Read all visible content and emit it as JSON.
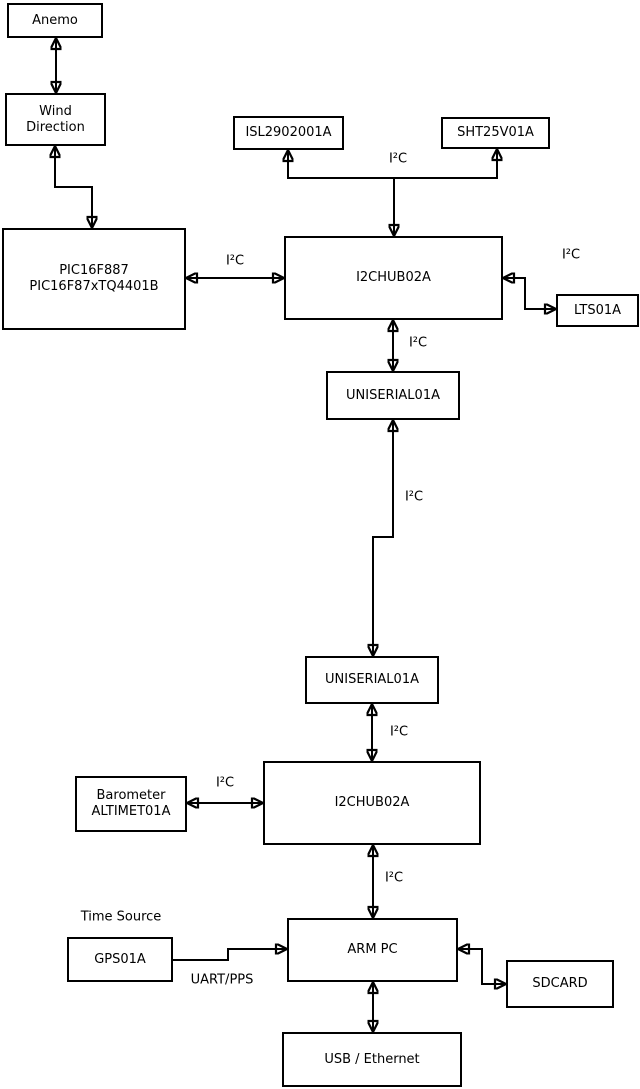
{
  "diagram": {
    "colors": {
      "background": "#ffffff",
      "line": "#000000",
      "box_border": "#000000",
      "box_fill": "#ffffff",
      "text": "#000000"
    },
    "nodes": {
      "anemo": {
        "label": "Anemo"
      },
      "wind_direction": {
        "label": "Wind\nDirection"
      },
      "pic": {
        "label": "PIC16F887\nPIC16F87xTQ4401B"
      },
      "isl": {
        "label": "ISL2902001A"
      },
      "sht": {
        "label": "SHT25V01A"
      },
      "hub1": {
        "label": "I2CHUB02A"
      },
      "lts": {
        "label": "LTS01A"
      },
      "uniserial1": {
        "label": "UNISERIAL01A"
      },
      "uniserial2": {
        "label": "UNISERIAL01A"
      },
      "hub2": {
        "label": "I2CHUB02A"
      },
      "barometer": {
        "label": "Barometer\nALTIMET01A"
      },
      "arm_pc": {
        "label": "ARM PC"
      },
      "gps": {
        "label": "GPS01A"
      },
      "sdcard": {
        "label": "SDCARD"
      },
      "usb_ethernet": {
        "label": "USB / Ethernet"
      }
    },
    "edges": [
      {
        "id": "anemo-wind",
        "from": "anemo",
        "to": "wind_direction",
        "arrows": "both",
        "label": ""
      },
      {
        "id": "wind-pic",
        "from": "wind_direction",
        "to": "pic",
        "arrows": "both",
        "label": ""
      },
      {
        "id": "pic-hub1",
        "from": "pic",
        "to": "hub1",
        "arrows": "both",
        "label": "I²C"
      },
      {
        "id": "hub1-sensor-bus",
        "from": "hub1",
        "to": "isl + sht",
        "arrows": "bus",
        "label": "I²C"
      },
      {
        "id": "hub1-lts",
        "from": "hub1",
        "to": "lts",
        "arrows": "both",
        "label": "I²C"
      },
      {
        "id": "hub1-uniserial1",
        "from": "hub1",
        "to": "uniserial1",
        "arrows": "both",
        "label": "I²C"
      },
      {
        "id": "uniserial1-uniserial2",
        "from": "uniserial1",
        "to": "uniserial2",
        "arrows": "both",
        "label": "I²C"
      },
      {
        "id": "uniserial2-hub2",
        "from": "uniserial2",
        "to": "hub2",
        "arrows": "both",
        "label": "I²C"
      },
      {
        "id": "barometer-hub2",
        "from": "barometer",
        "to": "hub2",
        "arrows": "both",
        "label": "I²C"
      },
      {
        "id": "hub2-armpc",
        "from": "hub2",
        "to": "arm_pc",
        "arrows": "both",
        "label": "I²C"
      },
      {
        "id": "gps-armpc",
        "from": "gps",
        "to": "arm_pc",
        "arrows": "forward",
        "label": "UART/PPS"
      },
      {
        "id": "armpc-sdcard",
        "from": "arm_pc",
        "to": "sdcard",
        "arrows": "both",
        "label": ""
      },
      {
        "id": "armpc-usb",
        "from": "arm_pc",
        "to": "usb_ethernet",
        "arrows": "both",
        "label": ""
      }
    ],
    "annotations": [
      {
        "id": "time-source",
        "text": "Time Source"
      }
    ]
  }
}
